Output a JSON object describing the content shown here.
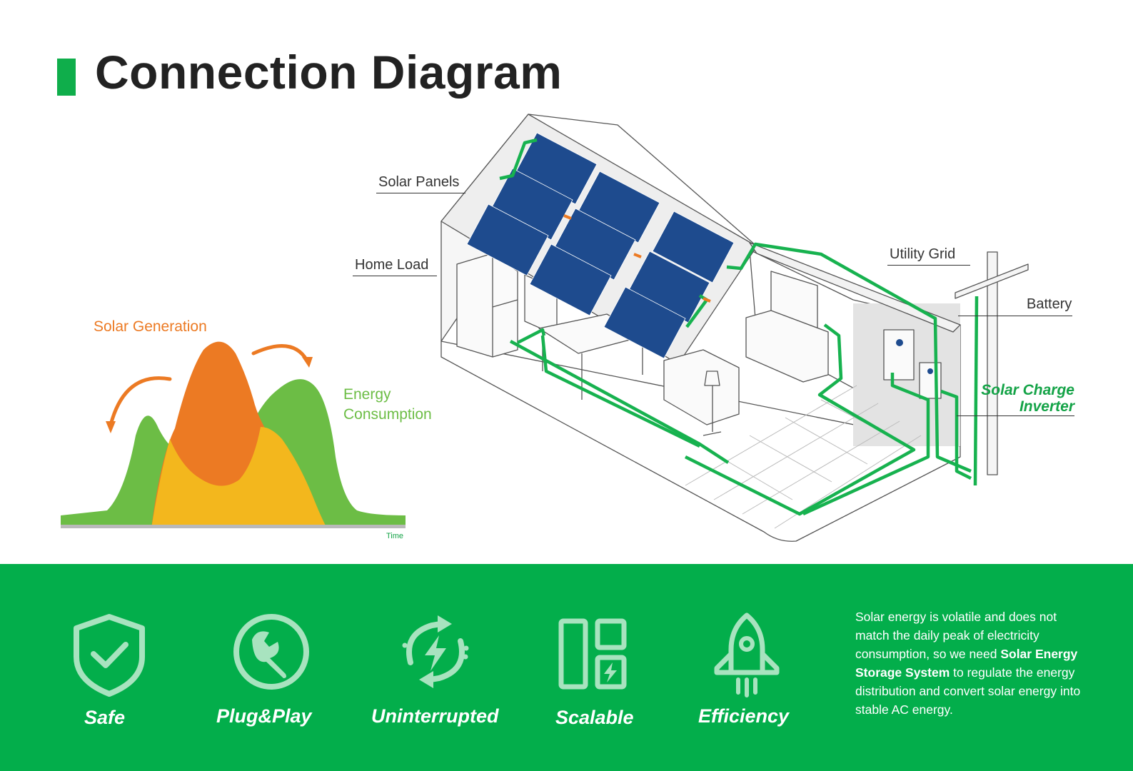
{
  "title": "Connection Diagram",
  "colors": {
    "brand_green": "#03ae4b",
    "solar_orange": "#ec7a23",
    "consumption_green": "#6cbd45",
    "overlap_yellow": "#f3b71d",
    "wire_green": "#17b24f",
    "panel_blue": "#1e4b8e"
  },
  "chart": {
    "solar_label": "Solar Generation",
    "energy_label": "Energy Consumption",
    "energy_label_line1": "Energy",
    "energy_label_line2": "Consumption",
    "x_axis_label": "Time"
  },
  "diagram_labels": {
    "solar_panels": "Solar Panels",
    "home_load": "Home Load",
    "utility_grid": "Utility Grid",
    "battery": "Battery",
    "inverter_line1": "Solar Charge",
    "inverter_line2": "Inverter"
  },
  "features": [
    {
      "label": "Safe",
      "icon": "shield-check-icon"
    },
    {
      "label": "Plug&Play",
      "icon": "wrench-icon"
    },
    {
      "label": "Uninterrupted",
      "icon": "recycle-bolt-icon"
    },
    {
      "label": "Scalable",
      "icon": "modules-icon"
    },
    {
      "label": "Efficiency",
      "icon": "rocket-icon"
    }
  ],
  "description": {
    "part1": "Solar energy is volatile and does not match the daily peak of electricity consumption, so we need ",
    "bold": "Solar Energy Storage System",
    "part2": " to regulate the energy distribution and convert solar energy into stable AC energy."
  }
}
